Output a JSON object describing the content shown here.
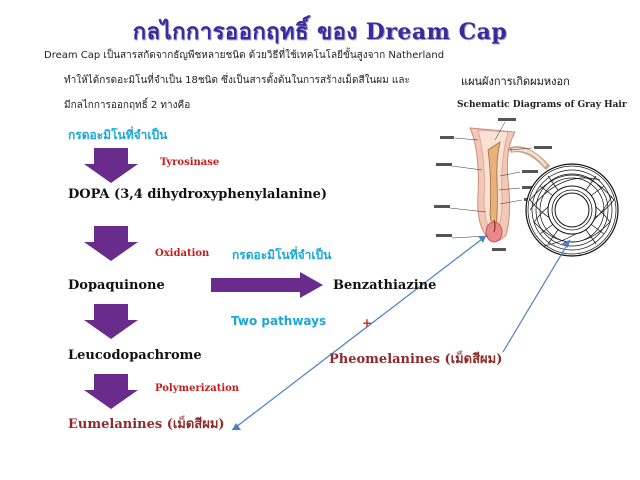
{
  "title": {
    "thai": "กลไกการออกฤทธิ์ ของ",
    "brand": "Dream Cap"
  },
  "intro": {
    "line1": "Dream Cap เป็นสารสกัดจากธัญพืชหลายชนิด ด้วยวิธีที่ใช้เทคโนโลยีขั้นสูงจาก Natherland",
    "line2": "ทำให้ได้กรดอะมิโนที่จำเป็น 18ชนิด ซึ่งเป็นสารตั้งต้นในการสร้างเม็ดสีในผม  และ",
    "line3": "มีกลไกการออกฤทธิ์  2 ทางคือ"
  },
  "diagram_caption": "แผนผังการเกิดผมหงอก",
  "diagram_title": "Schematic Diagrams of Gray Hair",
  "pathway": {
    "amino_acids_1": "กรดอะมิโนที่จำเป็น",
    "enzyme_1": "Tyrosinase",
    "step_1": "DOPA (3,4 dihydroxyphenylalanine)",
    "enzyme_2": "Oxidation",
    "amino_acids_2": "กรดอะมิโนที่จำเป็น",
    "step_2": "Dopaquinone",
    "step_2_branch": "Benzathiazine",
    "two_pathways": "Two pathways",
    "plus": "+",
    "step_3": "Leucodopachrome",
    "pheomelanin": "Pheomelanines (เม็ดสีผม)",
    "enzyme_3": "Polymerization",
    "eumelanin": "Eumelanines (เม็ดสีผม)"
  },
  "colors": {
    "title": "#3b2a9c",
    "arrow_fill": "#6a2c8c",
    "cyan": "#19a8d6",
    "red": "#c51c1c",
    "brown": "#8e2a2a",
    "connector": "#4f7fc0"
  }
}
